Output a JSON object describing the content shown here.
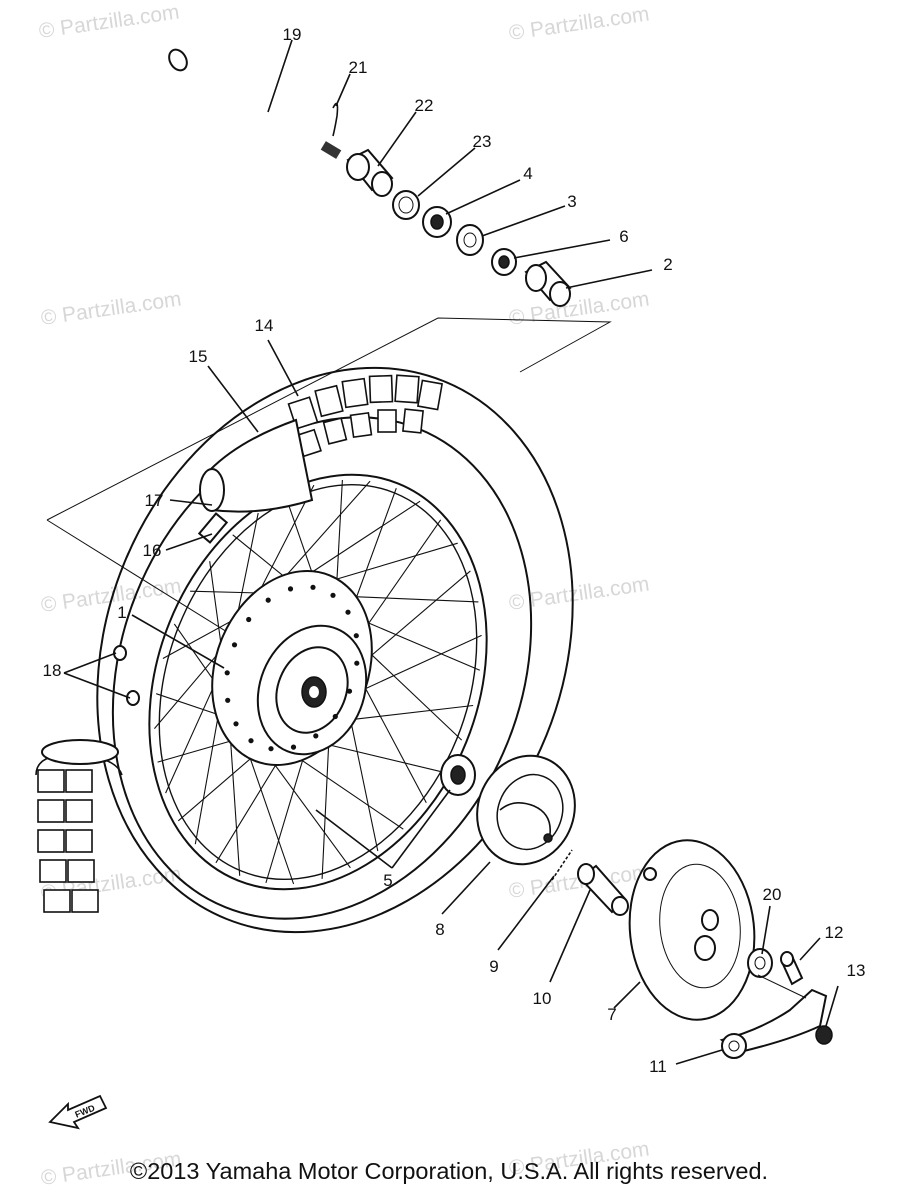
{
  "diagram": {
    "callouts": [
      "19",
      "21",
      "22",
      "23",
      "4",
      "3",
      "6",
      "2",
      "14",
      "15",
      "17",
      "16",
      "1",
      "18",
      "5",
      "8",
      "9",
      "10",
      "7",
      "20",
      "12",
      "13",
      "11"
    ],
    "watermark": "© Partzilla.com",
    "fwd_label": "FWD",
    "copyright": "©2013 Yamaha Motor Corporation, U.S.A. All rights reserved."
  }
}
